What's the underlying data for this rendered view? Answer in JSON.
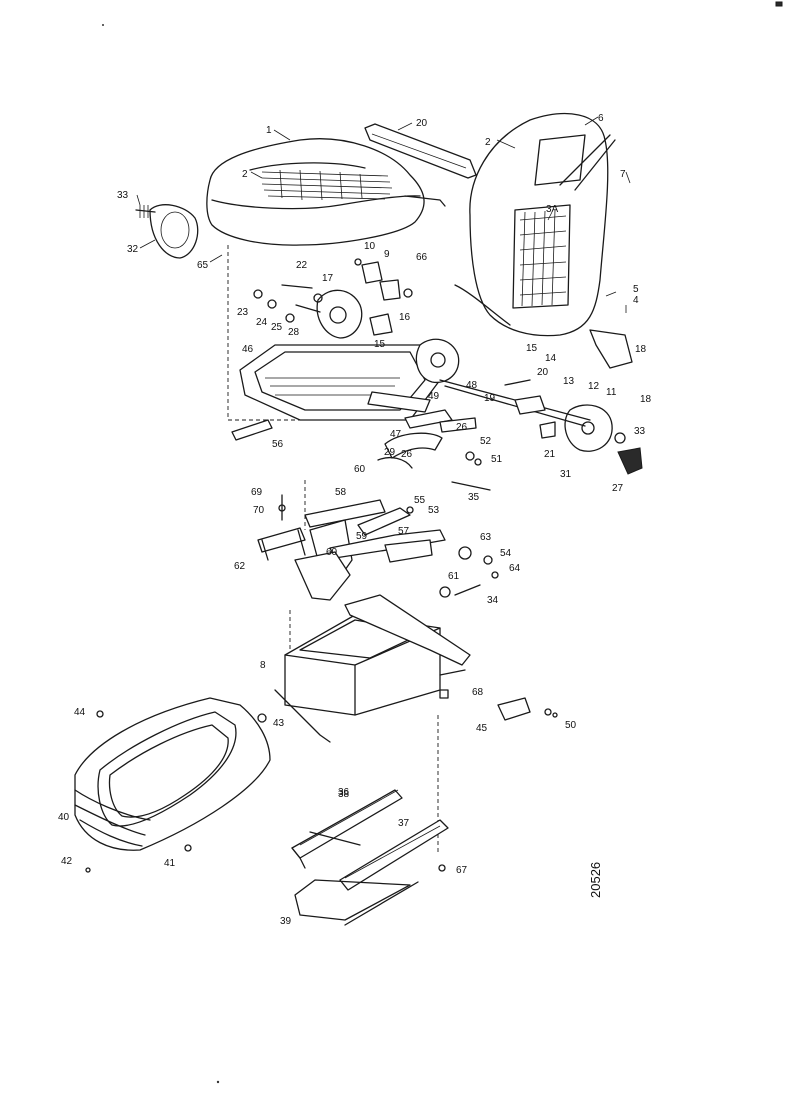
{
  "figure_number": "20526",
  "callouts": [
    "1",
    "2",
    "2",
    "3A",
    "4",
    "5",
    "6",
    "7",
    "8",
    "9",
    "10",
    "11",
    "12",
    "13",
    "14",
    "15",
    "15",
    "16",
    "17",
    "18",
    "19",
    "20",
    "20",
    "21",
    "22",
    "23",
    "24",
    "25",
    "26",
    "26",
    "27",
    "28",
    "29",
    "31",
    "32",
    "33",
    "33",
    "34",
    "35",
    "36",
    "37",
    "38",
    "39",
    "40",
    "41",
    "42",
    "43",
    "44",
    "45",
    "46",
    "47",
    "48",
    "49",
    "50",
    "51",
    "52",
    "53",
    "54",
    "55",
    "56",
    "57",
    "58",
    "59",
    "60",
    "60",
    "61",
    "62",
    "63",
    "64",
    "65",
    "66",
    "67",
    "68",
    "69",
    "70"
  ]
}
